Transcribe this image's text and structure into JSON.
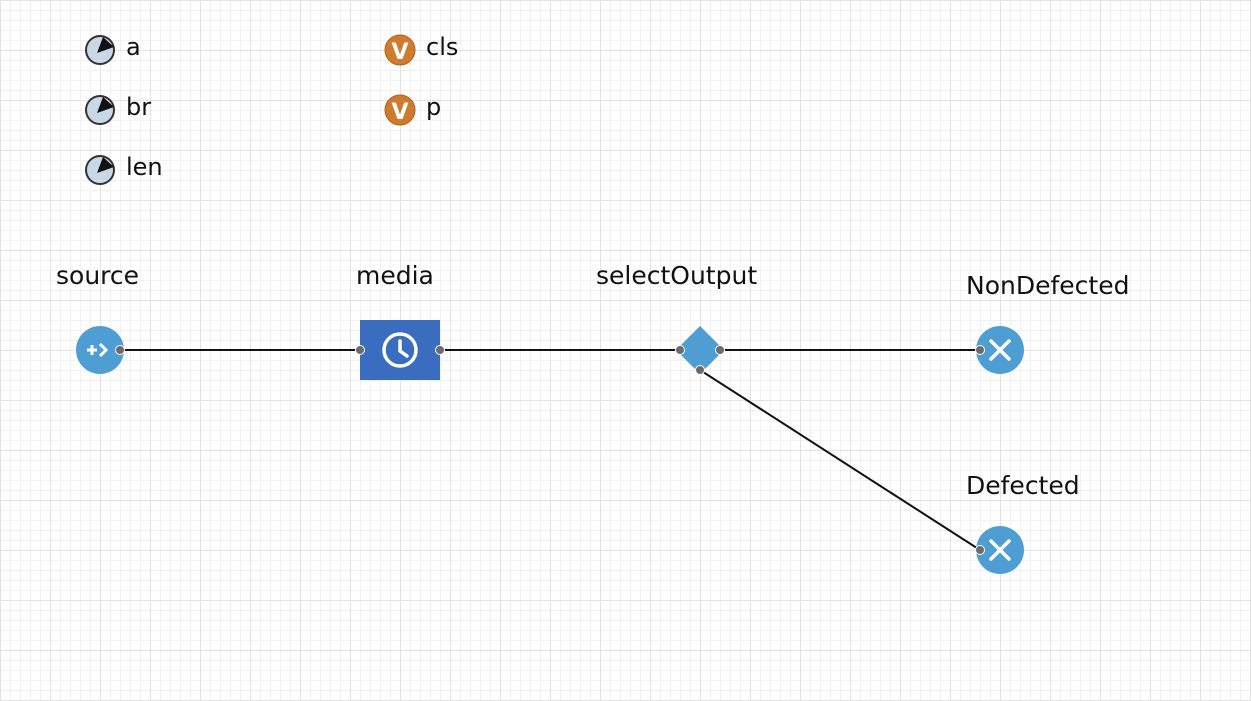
{
  "parameters": [
    {
      "name": "a",
      "icon": "parameter-gauge-icon"
    },
    {
      "name": "br",
      "icon": "parameter-gauge-icon"
    },
    {
      "name": "len",
      "icon": "parameter-gauge-icon"
    }
  ],
  "variables": [
    {
      "name": "cls",
      "icon": "variable-v-icon",
      "glyph": "V"
    },
    {
      "name": "p",
      "icon": "variable-v-icon",
      "glyph": "V"
    }
  ],
  "blocks": {
    "source": {
      "label": "source",
      "icon": "source-arrow-icon"
    },
    "media": {
      "label": "media",
      "icon": "clock-icon"
    },
    "selectOutput": {
      "label": "selectOutput",
      "icon": "diamond-icon"
    },
    "nondefected": {
      "label": "NonDefected",
      "icon": "sink-x-icon"
    },
    "defected": {
      "label": "Defected",
      "icon": "sink-x-icon"
    }
  },
  "connections": [
    {
      "from": "source",
      "to": "media"
    },
    {
      "from": "media",
      "to": "selectOutput"
    },
    {
      "from": "selectOutput",
      "to": "NonDefected"
    },
    {
      "from": "selectOutput",
      "to": "Defected"
    }
  ],
  "colors": {
    "block_blue": "#4f9ed3",
    "delay_blue": "#3a6cc0",
    "variable_orange": "#d07a2d",
    "parameter_fill": "#c9d8e6",
    "port_grey": "#6b6b6b",
    "connector": "#111111"
  }
}
